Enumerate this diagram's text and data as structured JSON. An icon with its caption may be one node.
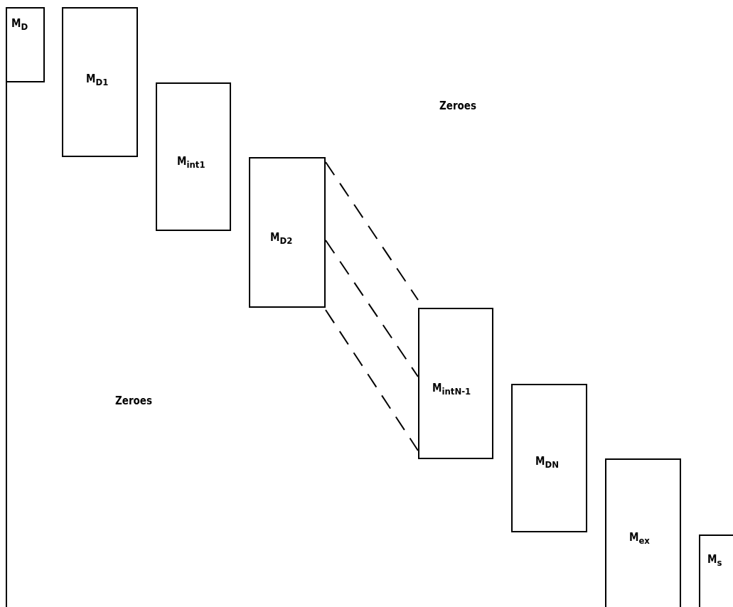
{
  "diagram": {
    "nodes": [
      {
        "text": [
          "M$_{D}$"
        ]
      },
      {
        "text": [
          "M$_{D1}$"
        ]
      },
      {
        "text": [
          "M$_{int}$$_{1}$"
        ]
      },
      {
        "text": [
          "M$_{D2}$"
        ]
      },
      {
        "text": [
          "M$_{int}$$_{N-1}$"
        ]
      },
      {
        "text": [
          "M$_{D}$$_{N}$"
        ]
      },
      {
        "text": [
          "M$_{ex}$"
        ]
      },
      {
        "text": [
          "M$_{s}$"
        ]
      }
    ],
    "edges": [
      {
        "from": 3,
        "to": 4,
        "arrow": "none",
        "style": "dashed"
      },
      {
        "from": 3,
        "to": 4,
        "arrow": "none",
        "style": "dashed"
      },
      {
        "from": 3,
        "to": 4,
        "arrow": "none",
        "style": "dashed"
      }
    ],
    "labels": [
      "Zeroes",
      "Zeroes"
    ]
  }
}
